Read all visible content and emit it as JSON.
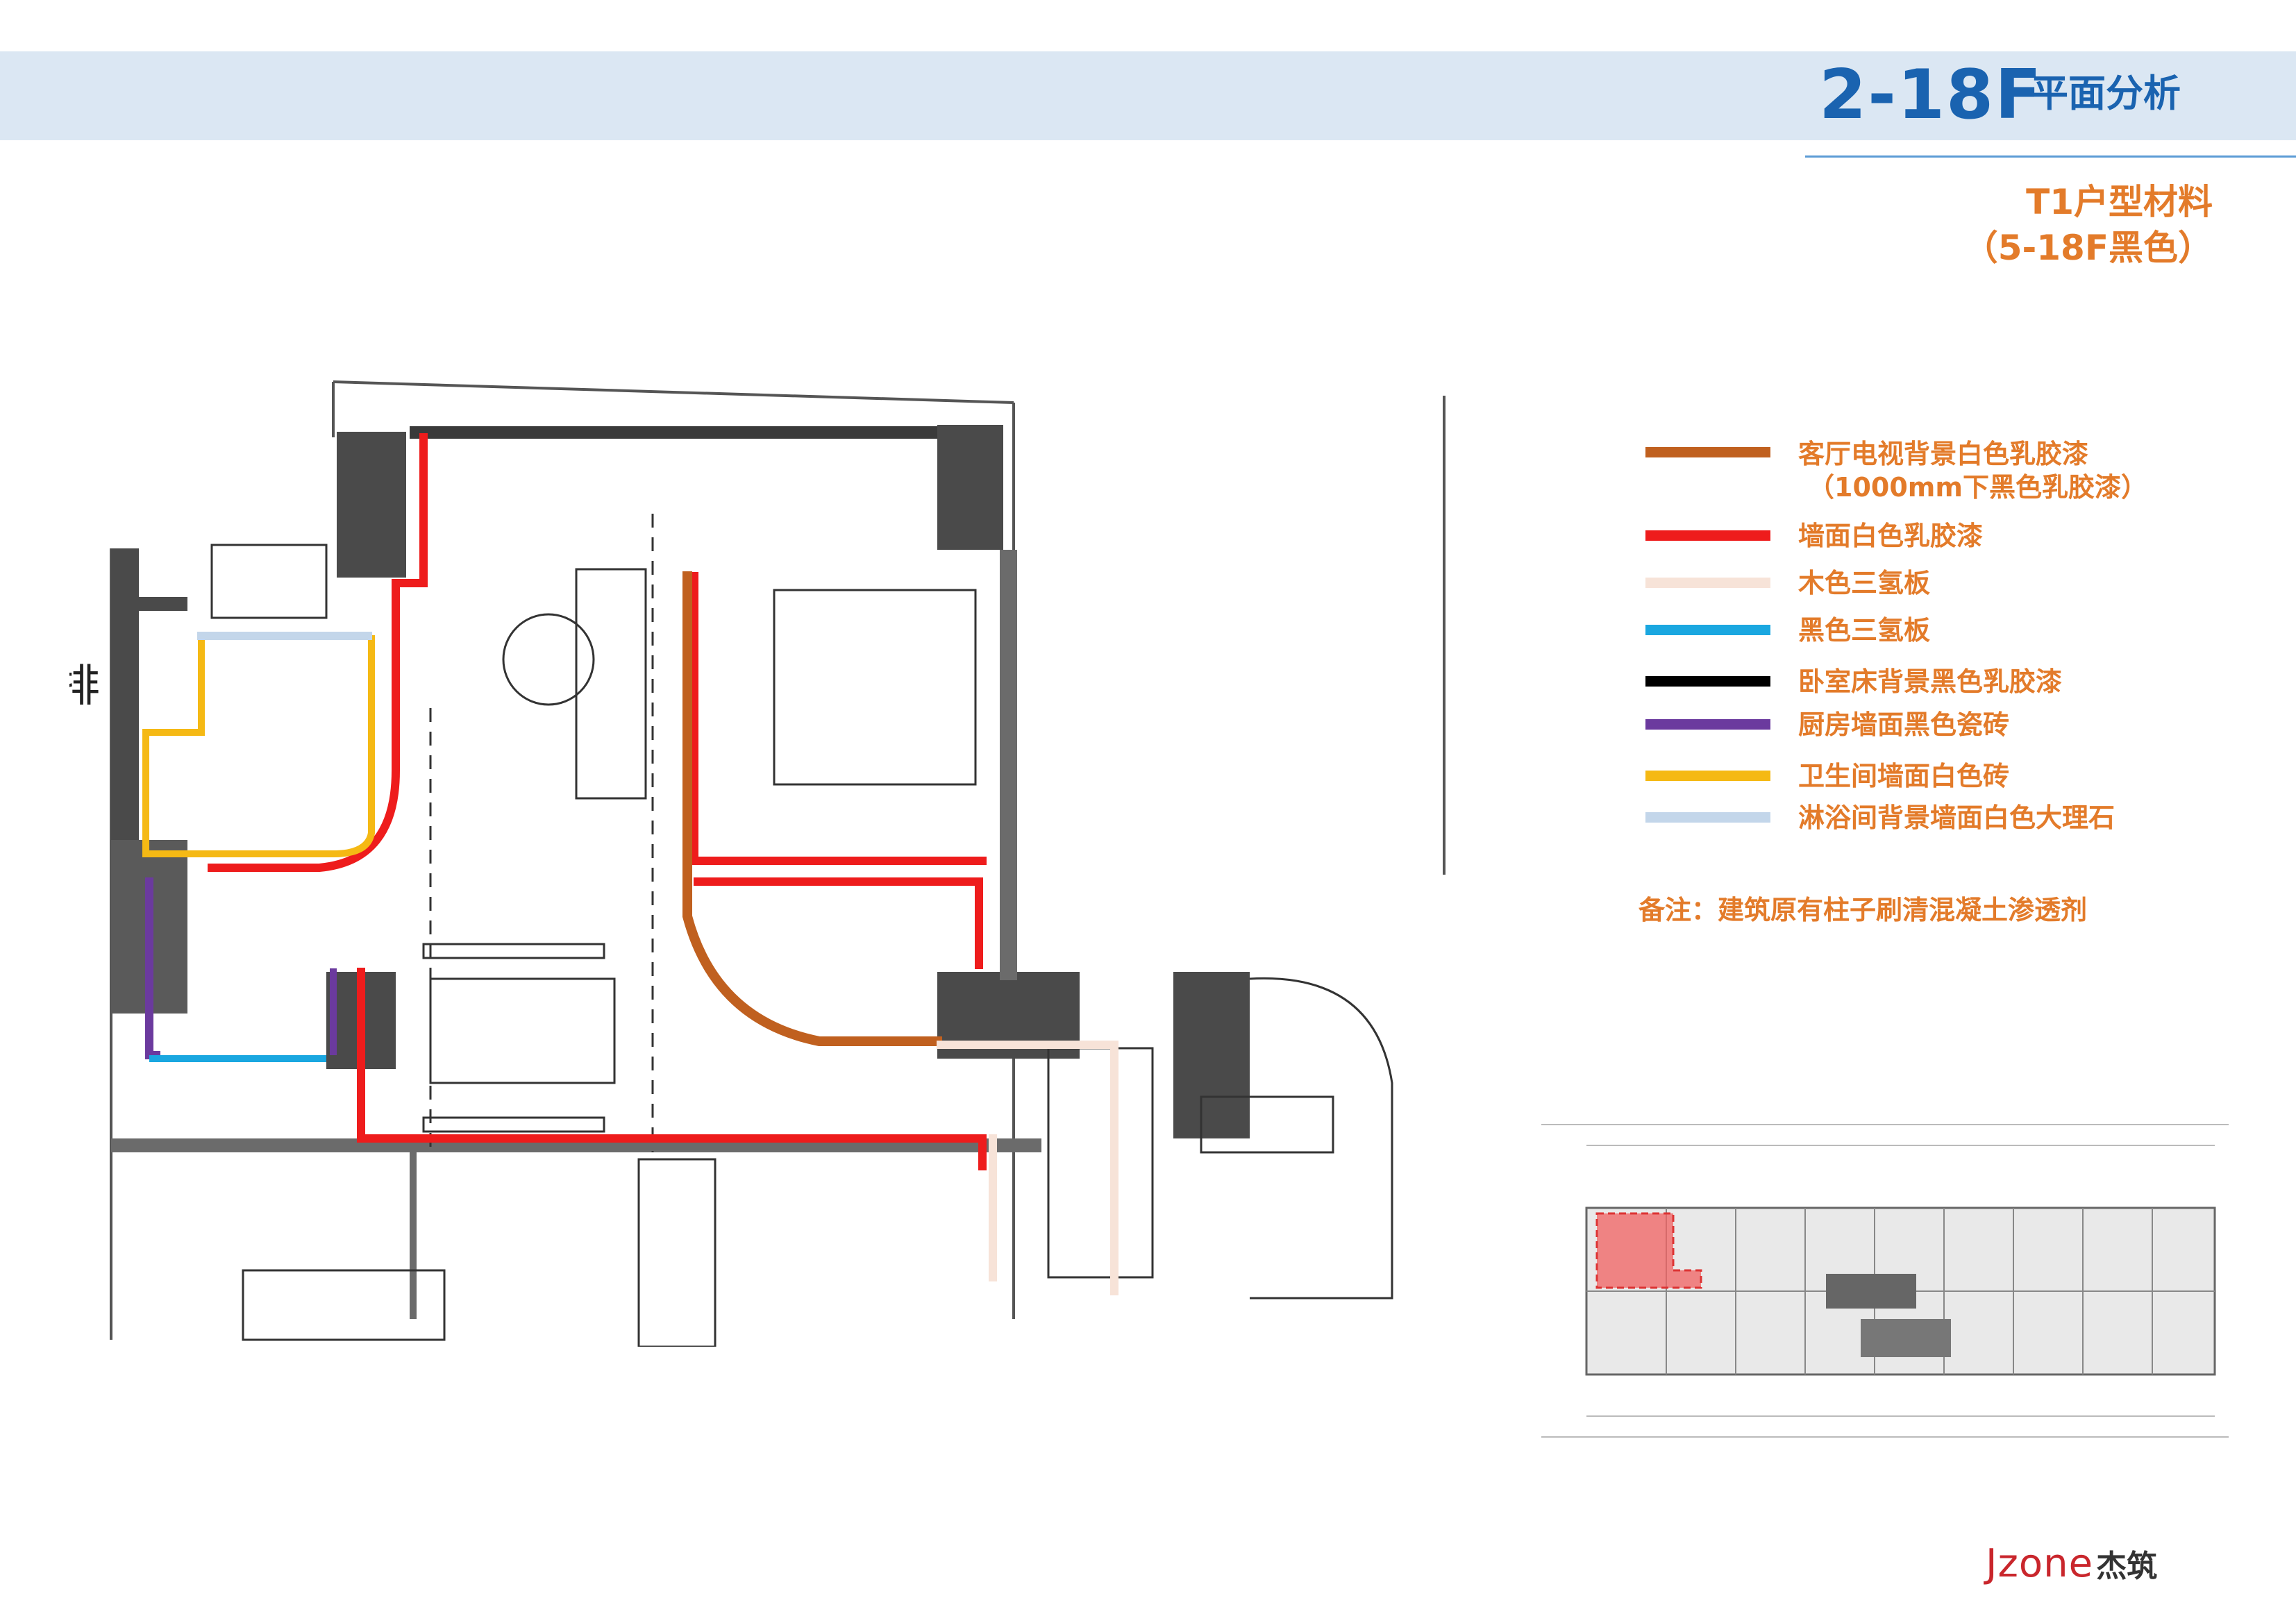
{
  "header": {
    "floor": "2-18F",
    "section": "平面分析"
  },
  "unit": {
    "title_line1": "T1户型材料",
    "title_line2": "（5-18F黑色）"
  },
  "plan": {
    "side_mark": "排"
  },
  "legend": {
    "items": [
      {
        "label": "客厅电视背景白色乳胶漆",
        "sub": "（1000mm下黑色乳胶漆）",
        "color": "#c0601f"
      },
      {
        "label": "墙面白色乳胶漆",
        "color": "#ee1c1c"
      },
      {
        "label": "木色三氢板",
        "color": "#f7e3d8"
      },
      {
        "label": "黑色三氢板",
        "color": "#1aa7e0"
      },
      {
        "label": "卧室床背景黑色乳胶漆",
        "color": "#000000"
      },
      {
        "label": "厨房墙面黑色瓷砖",
        "color": "#6b3a9e"
      },
      {
        "label": "卫生间墙面白色砖",
        "color": "#f5b914"
      },
      {
        "label": "淋浴间背景墙面白色大理石",
        "color": "#c3d6ea"
      }
    ]
  },
  "note": "备注：建筑原有柱子刷清混凝土渗透剂",
  "logo": {
    "latin": "Jzone",
    "cn": "杰筑"
  },
  "colors": {
    "accent_blue": "#1a63b0",
    "accent_orange": "#e37b2a",
    "header_band": "#dbe7f3",
    "wall_gray": "#4a4a4a",
    "highlight_red": "#f06060"
  }
}
